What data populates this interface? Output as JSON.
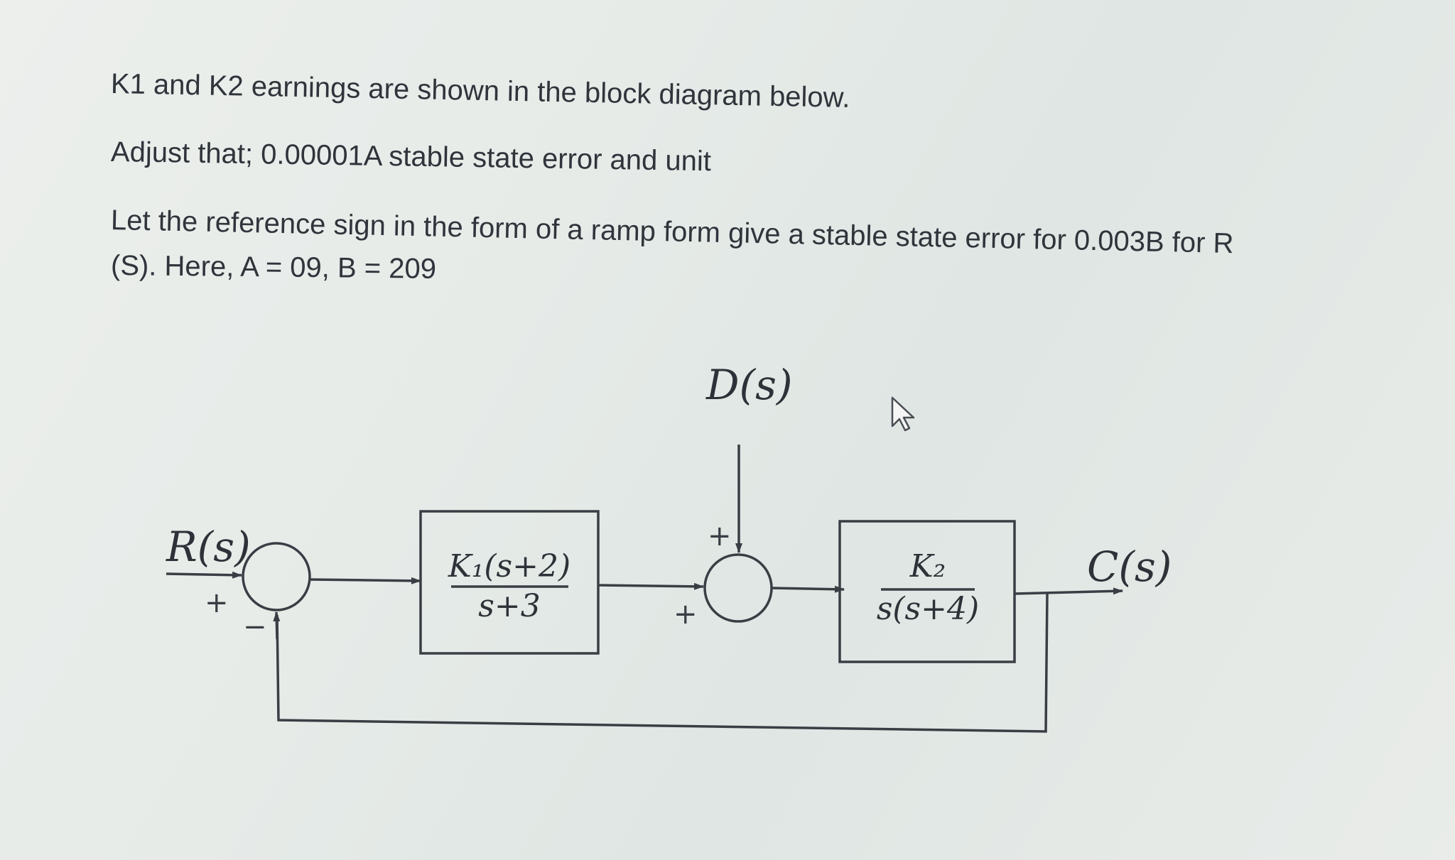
{
  "question": {
    "line1": "K1 and K2 earnings are shown in the block diagram below.",
    "line2": "Adjust that; 0.00001A  stable state error and unit",
    "line3": "Let the reference sign in the form of a ramp form give a stable state error for 0.003B for R",
    "line4": "(S). Here, A = 09, B = 209"
  },
  "diagram": {
    "input_label": "R(s)",
    "disturbance_label": "D(s)",
    "output_label": "C(s)",
    "sum1_plus": "+",
    "sum1_minus": "−",
    "sum2_plus_top": "+",
    "sum2_plus_left": "+",
    "block1_numerator": "K₁(s+2)",
    "block1_denominator": "s+3",
    "block2_numerator": "K₂",
    "block2_denominator": "s(s+4)"
  }
}
